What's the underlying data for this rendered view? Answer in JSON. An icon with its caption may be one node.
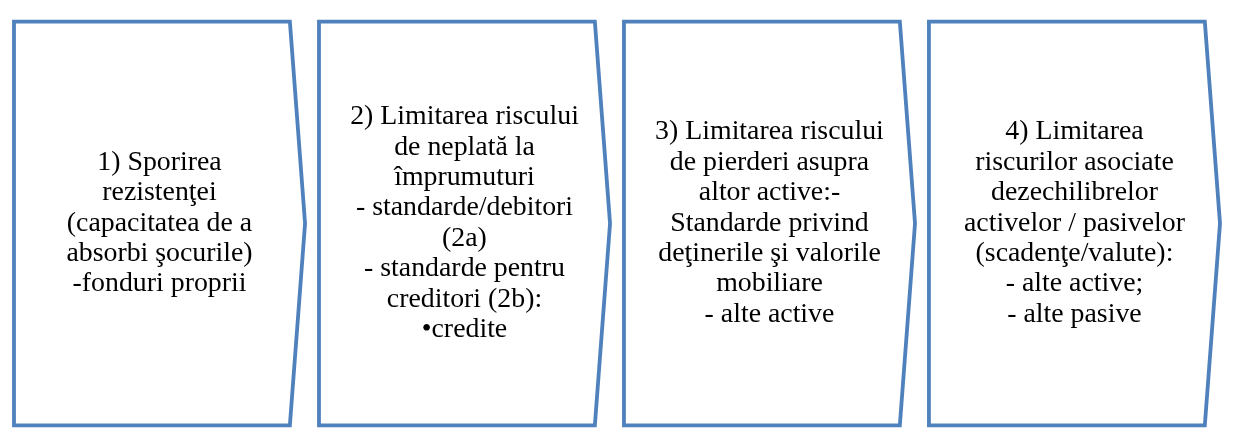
{
  "diagram": {
    "nodes": [
      {
        "text": [
          "1) Sporirea rezistenţei (capacitatea de a absorbi şocurile)",
          "-fonduri proprii"
        ]
      },
      {
        "text": [
          "2) Limitarea riscului de neplată la împrumuturi",
          "- standarde/debitori (2a)",
          "- standarde pentru creditori (2b):",
          "•credite"
        ]
      },
      {
        "text": [
          "3) Limitarea riscului de pierderi asupra altor active:- Standarde privind deţinerile şi valorile mobiliare",
          "- alte active"
        ]
      },
      {
        "text": [
          "4) Limitarea riscurilor asociate dezechilibrelor activelor / pasivelor (scadenţe/valute):",
          "- alte active;",
          "- alte pasive"
        ]
      }
    ],
    "edges": []
  }
}
